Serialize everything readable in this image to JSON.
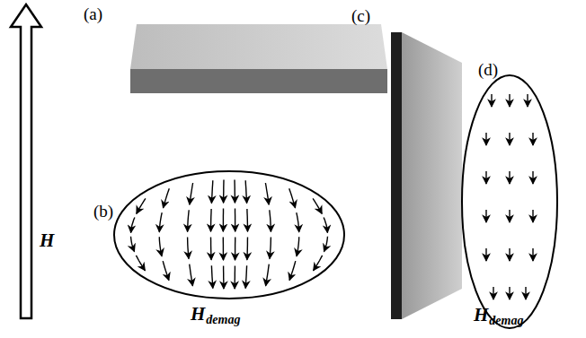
{
  "diagram": {
    "labels": [
      "(a)",
      "(c)",
      "(d)",
      "H",
      "(b)",
      "H",
      "demag",
      "H",
      "demag"
    ]
  }
}
